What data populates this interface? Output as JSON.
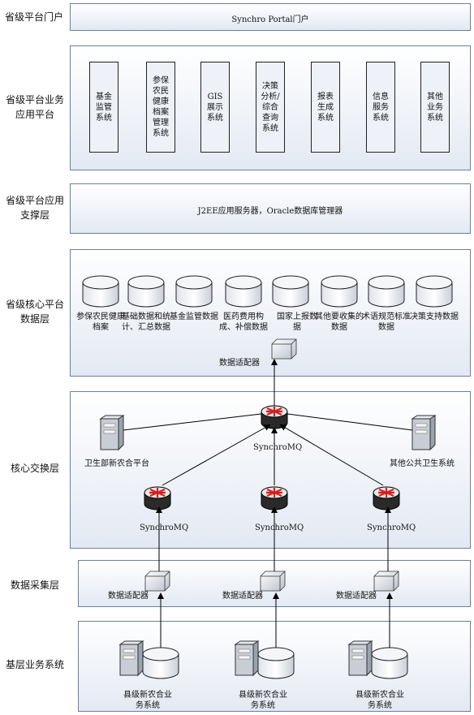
{
  "layers": {
    "portal": {
      "label": "省级平台门户",
      "text": "Synchro Portal门户"
    },
    "business": {
      "label_line1": "省级平台业务",
      "label_line2": "应用平台",
      "apps": [
        "基金监管系统",
        "参保农民健康档案管理系统",
        "GIS展示系统",
        "决策分析/综合查询系统",
        "报表生成系统",
        "信息服务系统",
        "其他业务系统"
      ]
    },
    "support": {
      "label_line1": "省级平台应用",
      "label_line2": "支撑层",
      "text": "J2EE应用服务器，Oracle数据库管理器"
    },
    "core_data": {
      "label_line1": "省级核心平台",
      "label_line2": "数据层",
      "databases": [
        "参保农民健康档案",
        "基础数据和统计、汇总数据",
        "基金监管数据",
        "医药费用构成、补偿数据",
        "国家上报数据",
        "其他要收集的数据",
        "术语规范标准数据",
        "决策支持数据"
      ],
      "adapter": "数据适配器"
    },
    "exchange": {
      "label": "核心交换层",
      "central_router": "SynchroMQ",
      "left_server": "卫生部新农合平台",
      "right_server": "其他公共卫生系统",
      "routers": [
        "SynchroMQ",
        "SynchroMQ",
        "SynchroMQ"
      ]
    },
    "collection": {
      "label": "数据采集层",
      "adapters": [
        "数据适配器",
        "数据适配器",
        "数据适配器"
      ]
    },
    "base": {
      "label": "基层业务系统",
      "systems": [
        "县级新农合业务系统",
        "县级新农合业务系统",
        "县级新农合业务系统"
      ]
    }
  },
  "colors": {
    "border": "#6b7f9e",
    "router_red": "#d42020",
    "arrow": "#000000"
  }
}
